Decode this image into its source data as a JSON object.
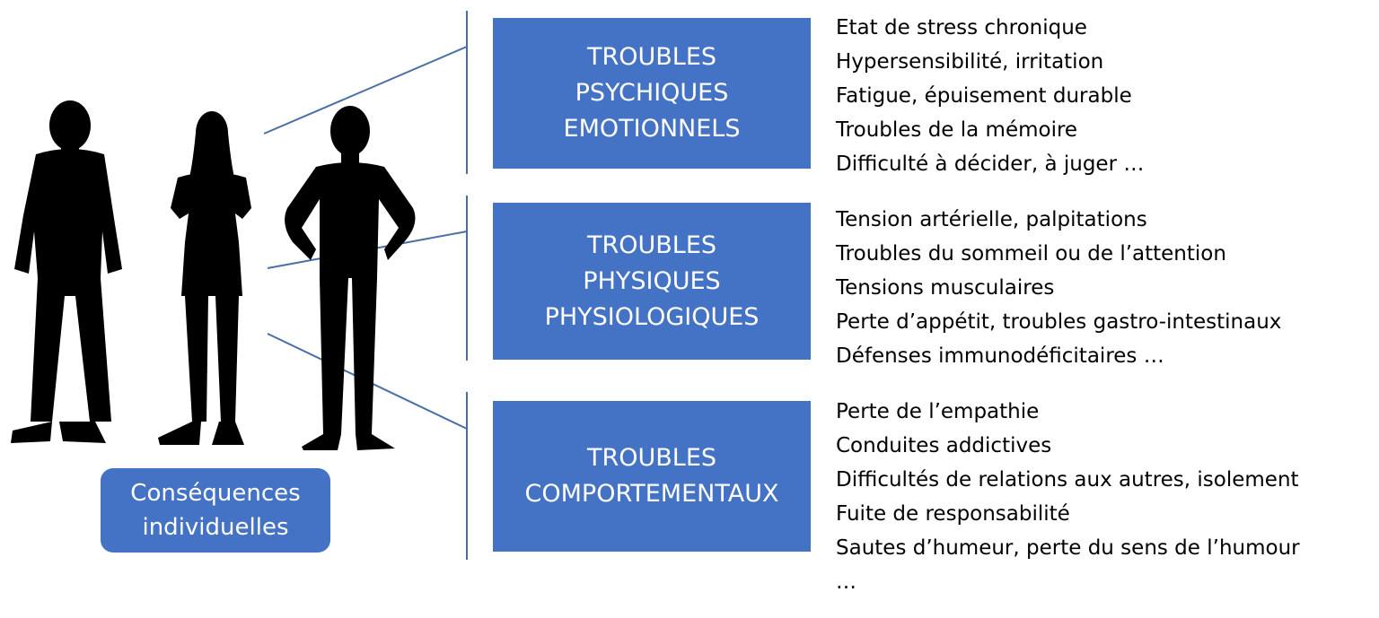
{
  "caption": {
    "line1": "Conséquences",
    "line2": "individuelles"
  },
  "categories": [
    {
      "title_lines": [
        "TROUBLES",
        "PSYCHIQUES",
        "EMOTIONNELS"
      ],
      "items": [
        "Etat de stress chronique",
        "Hypersensibilité, irritation",
        "Fatigue, épuisement durable",
        "Troubles de la mémoire",
        "Difficulté à décider, à juger …"
      ]
    },
    {
      "title_lines": [
        "TROUBLES",
        "PHYSIQUES",
        "PHYSIOLOGIQUES"
      ],
      "items": [
        "Tension artérielle, palpitations",
        "Troubles du sommeil ou de l’attention",
        "Tensions musculaires",
        "Perte d’appétit, troubles gastro-intestinaux",
        "Défenses immunodéficitaires …"
      ]
    },
    {
      "title_lines": [
        "TROUBLES",
        "COMPORTEMENTAUX"
      ],
      "items": [
        "Perte de l’empathie",
        "Conduites addictives",
        "Difficultés de relations aux autres, isolement",
        "Fuite de responsabilité",
        "Sautes d’humeur, perte du sens de l’humour",
        "…"
      ]
    }
  ],
  "colors": {
    "box": "#4472c4",
    "connector": "#4a6fa8",
    "silhouette": "#000000"
  }
}
